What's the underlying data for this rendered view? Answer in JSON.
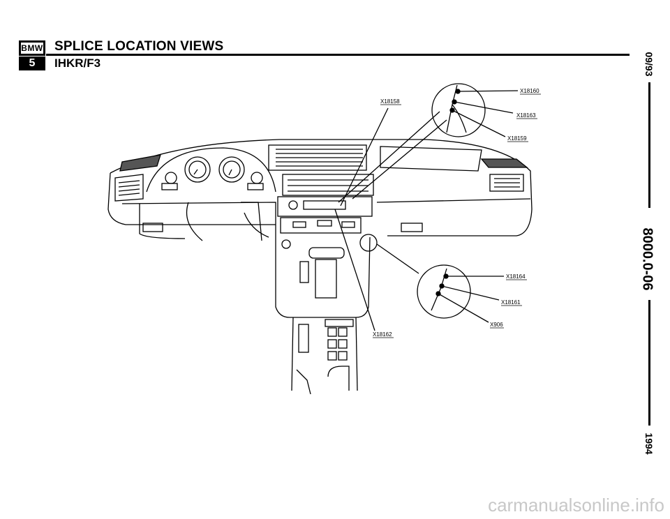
{
  "header": {
    "logo_brand": "BMW",
    "logo_model": "5",
    "title": "SPLICE LOCATION VIEWS",
    "subtitle": "IHKR/F3"
  },
  "side": {
    "date": "09/93",
    "doc_number": "8000.0-06",
    "year": "1994"
  },
  "labels": {
    "x18158": "X18158",
    "x18160": "X18160",
    "x18163": "X18163",
    "x18159": "X18159",
    "x18164": "X18164",
    "x18161": "X18161",
    "x18162": "X18162",
    "x906": "X906"
  },
  "footer": {
    "watermark": "carmanualsonline.info"
  }
}
